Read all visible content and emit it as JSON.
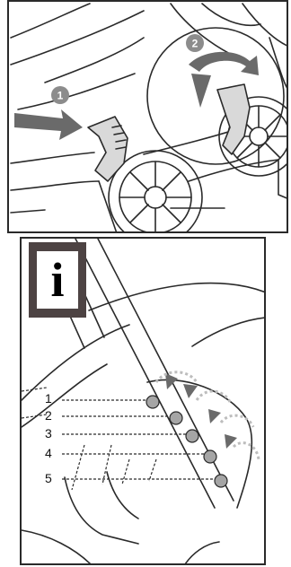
{
  "steps": [
    {
      "number": "1"
    },
    {
      "number": "2"
    }
  ],
  "info_icon": {
    "symbol": "i",
    "icon": "info-icon"
  },
  "height_positions": [
    {
      "label": "1"
    },
    {
      "label": "2"
    },
    {
      "label": "3"
    },
    {
      "label": "4"
    },
    {
      "label": "5"
    }
  ],
  "colors": {
    "line": "#2a2a2a",
    "arrow_fill": "#6a6a6a",
    "step_badge": "#8c8c8c",
    "info_box": "#4d4343",
    "notch_fill": "#a5a5a5"
  }
}
